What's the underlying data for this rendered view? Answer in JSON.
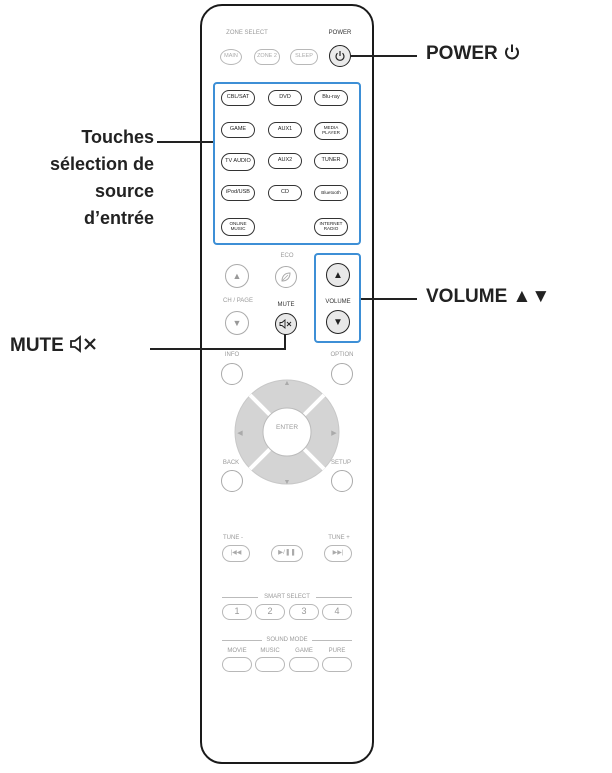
{
  "callouts": {
    "power": "POWER",
    "volume": "VOLUME ▲▼",
    "mute": "MUTE",
    "sources": [
      "Touches",
      "sélection de",
      "source",
      "d’entrée"
    ]
  },
  "remote": {
    "zone_select": "ZONE SELECT",
    "power": "POWER",
    "zone_buttons": [
      "MAIN",
      "ZONE 2",
      "SLEEP"
    ],
    "source_buttons": [
      [
        "CBL/SAT",
        "DVD",
        "Blu-ray"
      ],
      [
        "GAME",
        "AUX1",
        "MEDIA PLAYER"
      ],
      [
        "TV AUDIO",
        "AUX2",
        "TUNER"
      ],
      [
        "iPod/USB",
        "CD",
        "Bluetooth"
      ],
      [
        "ONLINE MUSIC",
        "",
        "INTERNET RADIO"
      ]
    ],
    "eco": "ECO",
    "ch_page": "CH / PAGE",
    "mute": "MUTE",
    "volume": "VOLUME",
    "info": "INFO",
    "option": "OPTION",
    "enter": "ENTER",
    "back": "BACK",
    "setup": "SETUP",
    "tune_minus": "TUNE -",
    "tune_plus": "TUNE +",
    "play_pause": "▶/❚❚",
    "prev": "|◀◀",
    "next": "▶▶|",
    "smart_select": "SMART SELECT",
    "smart_buttons": [
      "1",
      "2",
      "3",
      "4"
    ],
    "sound_mode": "SOUND MODE",
    "sound_buttons": [
      "MOVIE",
      "MUSIC",
      "GAME",
      "PURE"
    ]
  },
  "colors": {
    "highlight": "#3d8fd6",
    "text": "#222222"
  }
}
